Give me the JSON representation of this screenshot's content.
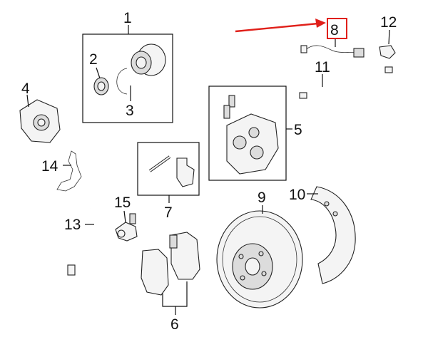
{
  "callouts": {
    "c1": "1",
    "c2": "2",
    "c3": "3",
    "c4": "4",
    "c5": "5",
    "c6": "6",
    "c7": "7",
    "c8": "8",
    "c9": "9",
    "c10": "10",
    "c11": "11",
    "c12": "12",
    "c13": "13",
    "c14": "14",
    "c15": "15"
  },
  "colors": {
    "highlight": "#e0201a",
    "line": "#111111",
    "part_fill": "#f4f4f4"
  },
  "highlighted_callout": "8"
}
